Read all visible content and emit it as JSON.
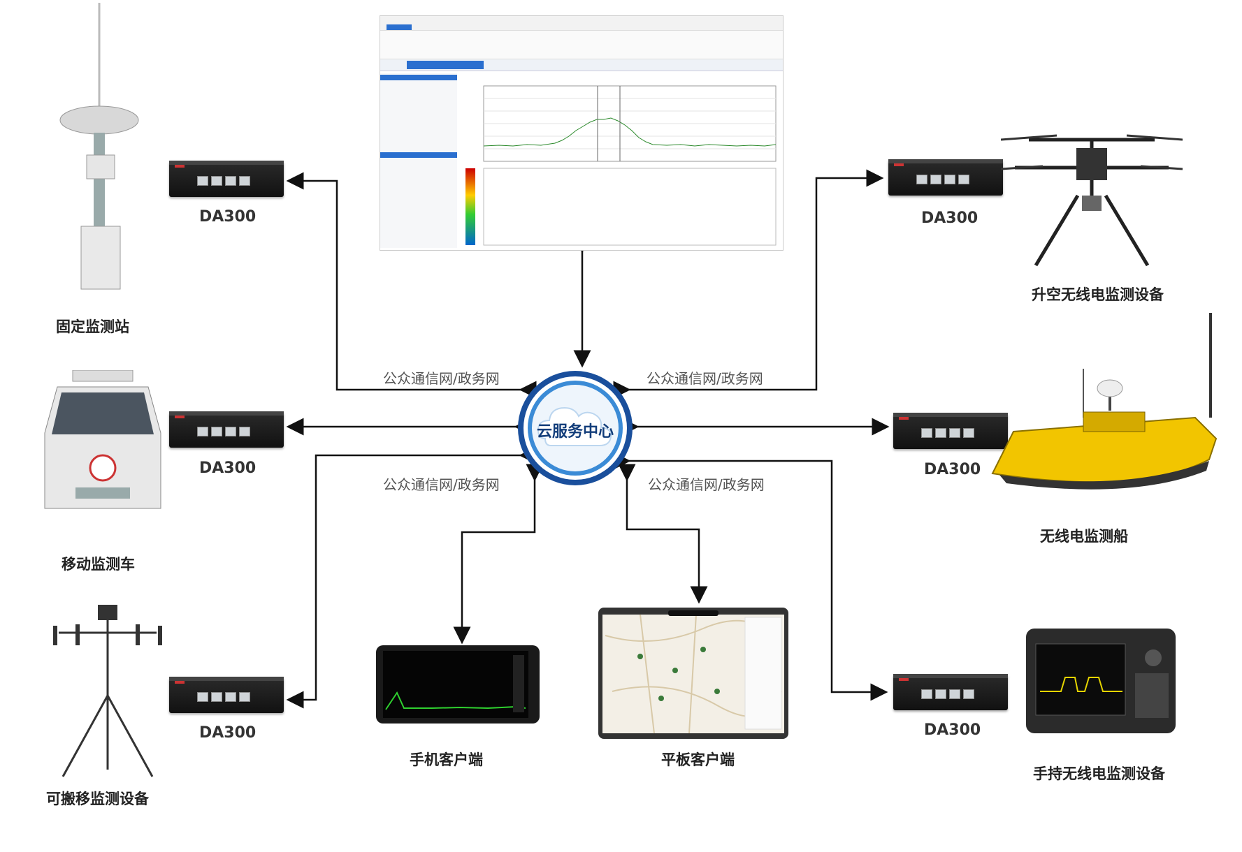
{
  "center": {
    "label": "云服务中心"
  },
  "network_labels": {
    "top_left": "公众通信网/政务网",
    "top_right": "公众通信网/政务网",
    "bottom_left": "公众通信网/政务网",
    "bottom_right": "公众通信网/政务网"
  },
  "da_labels": {
    "left_top": "DA300",
    "left_middle": "DA300",
    "left_bottom": "DA300",
    "right_top": "DA300",
    "right_middle": "DA300",
    "right_bottom": "DA300"
  },
  "devices": {
    "fixed_station": "固定监测站",
    "mobile_vehicle": "移动监测车",
    "portable_device": "可搬移监测设备",
    "aerial_device": "升空无线电监测设备",
    "monitoring_ship": "无线电监测船",
    "handheld_device": "手持无线电监测设备",
    "phone_client": "手机客户端",
    "tablet_client": "平板客户端"
  },
  "colors": {
    "ring_outer": "#1a4f9c",
    "ring_inner": "#3b8bd6",
    "arrow": "#111111",
    "ship_yellow": "#f2c500"
  }
}
